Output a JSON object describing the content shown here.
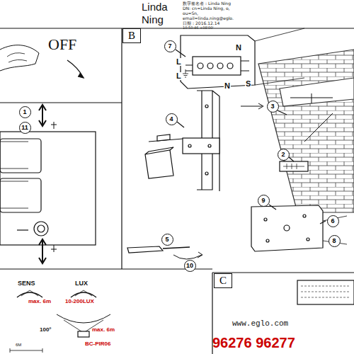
{
  "diagram": {
    "nodes": [
      {
        "text": [
          "B"
        ]
      },
      {
        "text": [
          "7"
        ]
      },
      {
        "text": [
          "1"
        ]
      },
      {
        "text": [
          "11"
        ]
      },
      {
        "text": [
          "4"
        ]
      },
      {
        "text": [
          "3"
        ]
      },
      {
        "text": [
          "2"
        ]
      },
      {
        "text": [
          "9"
        ]
      },
      {
        "text": [
          "6"
        ]
      },
      {
        "text": [
          "8"
        ]
      },
      {
        "text": [
          "5"
        ]
      },
      {
        "text": [
          "10"
        ]
      },
      {
        "text": [
          "C"
        ]
      }
    ],
    "labels": [
      "Linda",
      "Ning",
      "数字签名者：Linda Ning",
      "DN: cn=Linda Ning, o,",
      "ou=Sn,",
      "email=linda.ning@eglo.",
      "日期：2016.12.14",
      "10:50:46 +08'00'",
      "OFF",
      "L",
      "L",
      "N",
      "N",
      "S",
      "SENS",
      "LUX",
      "max. 6m",
      "10-200LUX",
      "100°",
      "max. 6m",
      "BC-PIR06",
      "6M",
      "www.eglo.com",
      "96276 96277"
    ]
  }
}
